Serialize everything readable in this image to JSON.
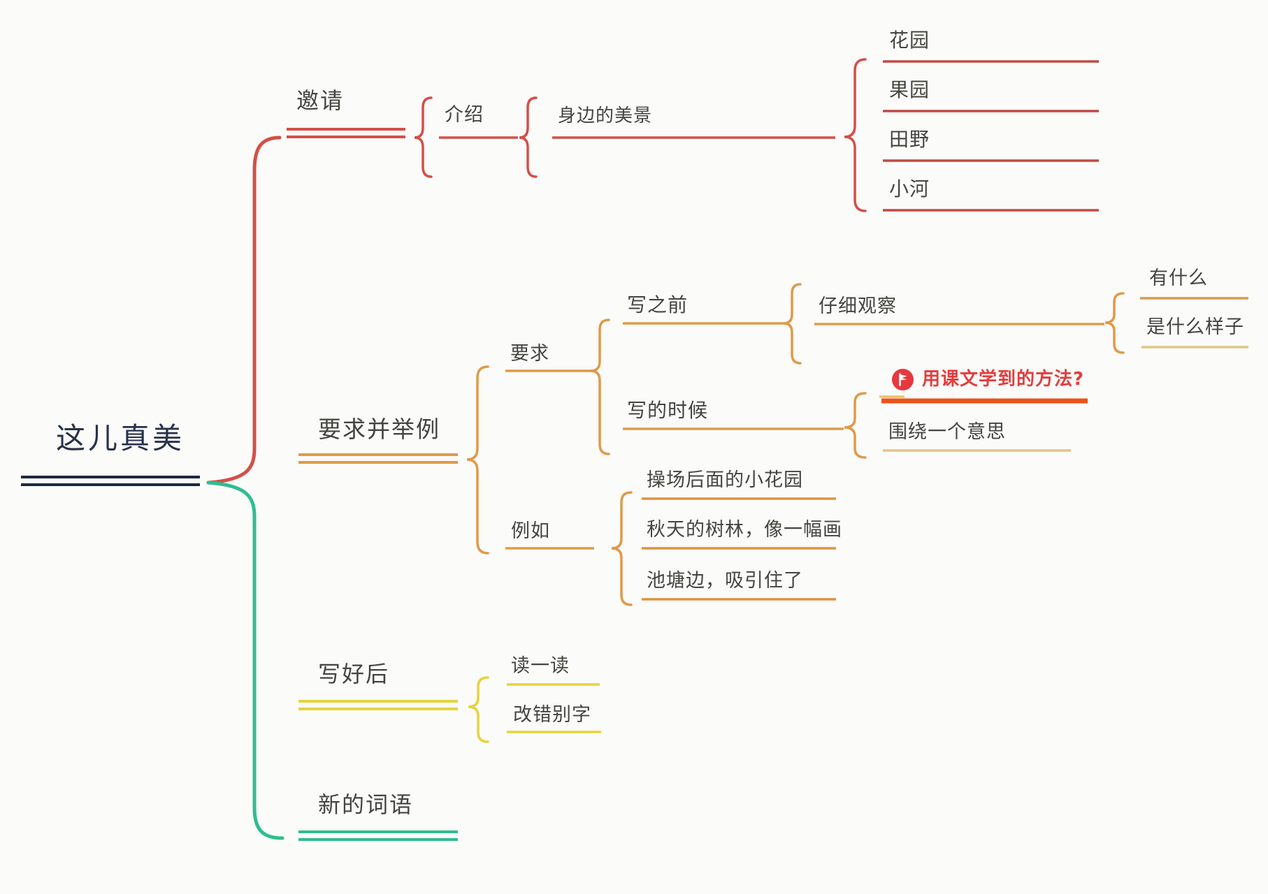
{
  "root": {
    "label": "这儿真美"
  },
  "branch_invite": {
    "label": "邀请",
    "intro_label": "介绍",
    "scenery_label": "身边的美景",
    "leaves": [
      {
        "label": "花园"
      },
      {
        "label": "果园"
      },
      {
        "label": "田野"
      },
      {
        "label": "小河"
      }
    ]
  },
  "branch_requirements": {
    "label": "要求并举例",
    "requirement_label": "要求",
    "before_writing_label": "写之前",
    "observe_label": "仔细观察",
    "what_label": "有什么",
    "appearance_label": "是什么样子",
    "while_writing_label": "写的时候",
    "method_label": "用课文学到的方法?",
    "theme_label": "围绕一个意思",
    "example_label": "例如",
    "examples": [
      {
        "label": "操场后面的小花园"
      },
      {
        "label": "秋天的树林，像一幅画"
      },
      {
        "label": "池塘边，吸引住了"
      }
    ]
  },
  "branch_after_writing": {
    "label": "写好后",
    "read_label": "读一读",
    "correct_label": "改错别字"
  },
  "branch_new_words": {
    "label": "新的词语"
  },
  "colors": {
    "red": "#d25048",
    "leaf_red": "#c04a42",
    "orange": "#e09a4a",
    "tan": "#e3c488",
    "vermilion": "#ea531c",
    "yellow": "#e6d33c",
    "teal": "#2ebd91",
    "navy": "#1c2940",
    "method_text_red": "#e23d3d",
    "icon_red": "#e8383f"
  }
}
